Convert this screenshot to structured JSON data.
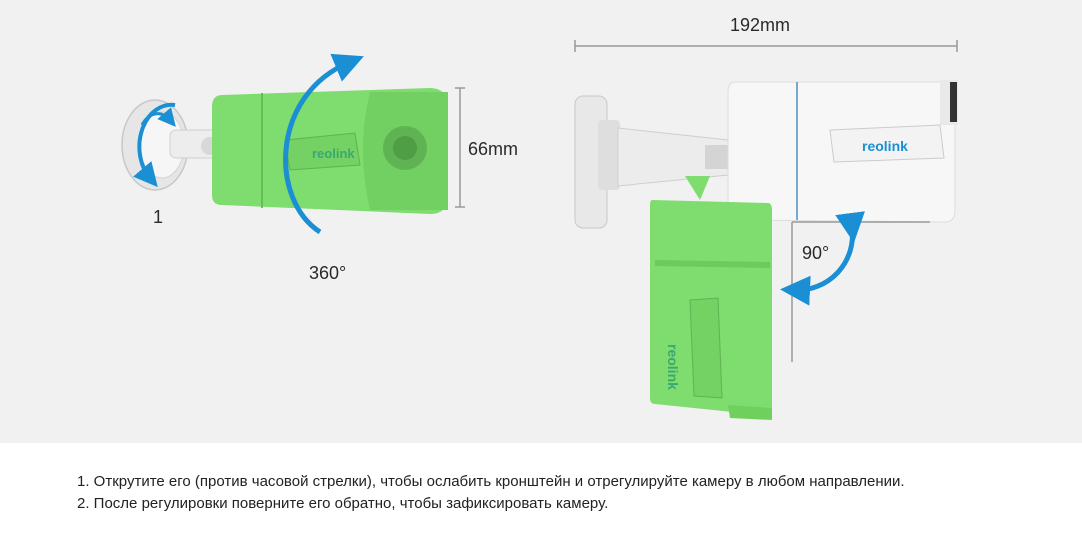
{
  "labels": {
    "step_number": "1",
    "rotation": "360°",
    "height": "66mm",
    "length": "192mm",
    "tilt": "90°"
  },
  "brand_text": "reolink",
  "instructions": [
    "1. Открутите его (против часовой стрелки), чтобы ослабить кронштейн и отрегулируйте камеру в любом направлении.",
    "2. После регулировки поверните его обратно, чтобы зафиксировать камеру."
  ],
  "colors": {
    "background": "#f1f1f1",
    "accent_green": "#7fdc6f",
    "arrow_blue": "#1a8fd4",
    "camera_white": "#f7f7f7"
  },
  "icons": [
    "rotate-arrow-icon",
    "rotate-360-arrow-icon",
    "tilt-90-arrow-icon"
  ]
}
